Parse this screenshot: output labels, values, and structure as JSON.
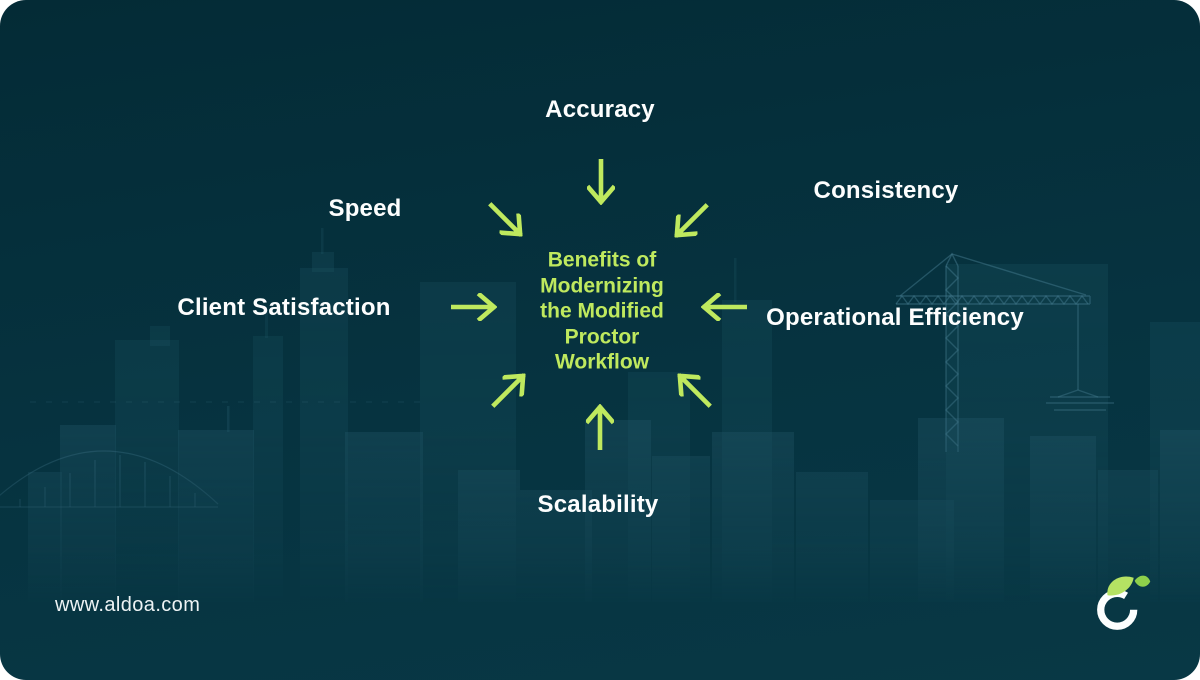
{
  "colors": {
    "card_background": "#063340",
    "accent_green": "#bfe95e",
    "leaf_green_light": "#b5e263",
    "leaf_green_dark": "#8ed04b",
    "label_white": "#fdfefe",
    "skyline_teal": "#2a6273"
  },
  "center": {
    "title": "Benefits of Modernizing the Modified Proctor Workflow",
    "lines": [
      "Benefits of",
      "Modernizing",
      "the Modified",
      "Proctor",
      "Workflow"
    ]
  },
  "benefits": [
    {
      "id": "accuracy",
      "label": "Accuracy",
      "position": "top"
    },
    {
      "id": "speed",
      "label": "Speed",
      "position": "top-left"
    },
    {
      "id": "consistency",
      "label": "Consistency",
      "position": "top-right"
    },
    {
      "id": "client-satisfaction",
      "label": "Client Satisfaction",
      "position": "left"
    },
    {
      "id": "operational-efficiency",
      "label": "Operational Efficiency",
      "position": "right"
    },
    {
      "id": "scalability",
      "label": "Scalability",
      "position": "bottom"
    }
  ],
  "footer": {
    "website": "www.aldoa.com"
  }
}
